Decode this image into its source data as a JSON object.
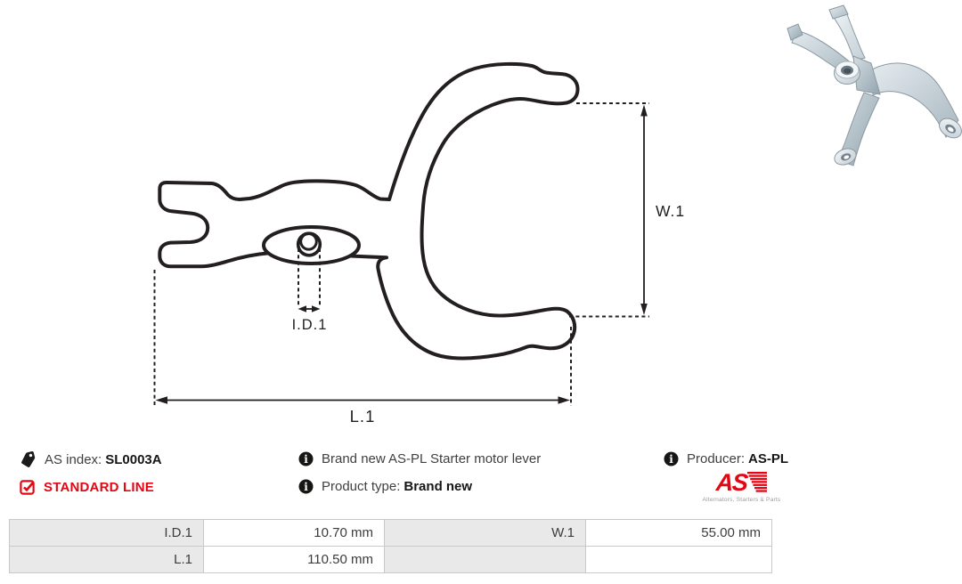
{
  "diagram": {
    "labels": {
      "width": "W.1",
      "inner_diameter": "I.D.1",
      "length": "L.1"
    }
  },
  "product": {
    "as_index_label": "AS index:",
    "as_index_value": "SL0003A",
    "line_badge": "STANDARD LINE",
    "description": "Brand new AS-PL Starter motor lever",
    "product_type_label": "Product type:",
    "product_type_value": "Brand new",
    "producer_label": "Producer:",
    "producer_value": "AS-PL"
  },
  "brand": {
    "logo_text": "AS",
    "logo_tagline": "Alternators, Starters & Parts"
  },
  "specs": {
    "rows": [
      {
        "c0": "I.D.1",
        "c1": "10.70 mm",
        "c2": "W.1",
        "c3": "55.00 mm"
      },
      {
        "c0": "L.1",
        "c1": "110.50 mm",
        "c2": "",
        "c3": ""
      }
    ]
  },
  "colors": {
    "accent_red": "#e30613",
    "line_color": "#231f20",
    "table_cell_gray": "#e9e9e9",
    "table_border": "#c9c9c9"
  }
}
